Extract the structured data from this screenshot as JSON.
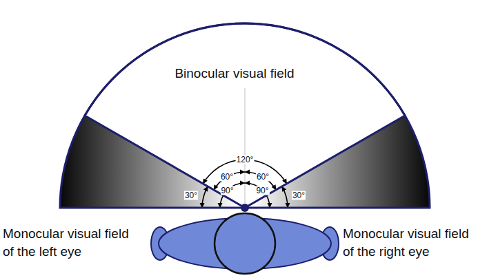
{
  "diagram": {
    "nodes": [
      {
        "text": [
          "Binocular visual field"
        ]
      }
    ],
    "labels": [
      "Monocular visual field of the left eye",
      "Monocular visual field of the right eye",
      "120°",
      "60°",
      "60°",
      "90°",
      "90°",
      "30°",
      "30°"
    ]
  }
}
